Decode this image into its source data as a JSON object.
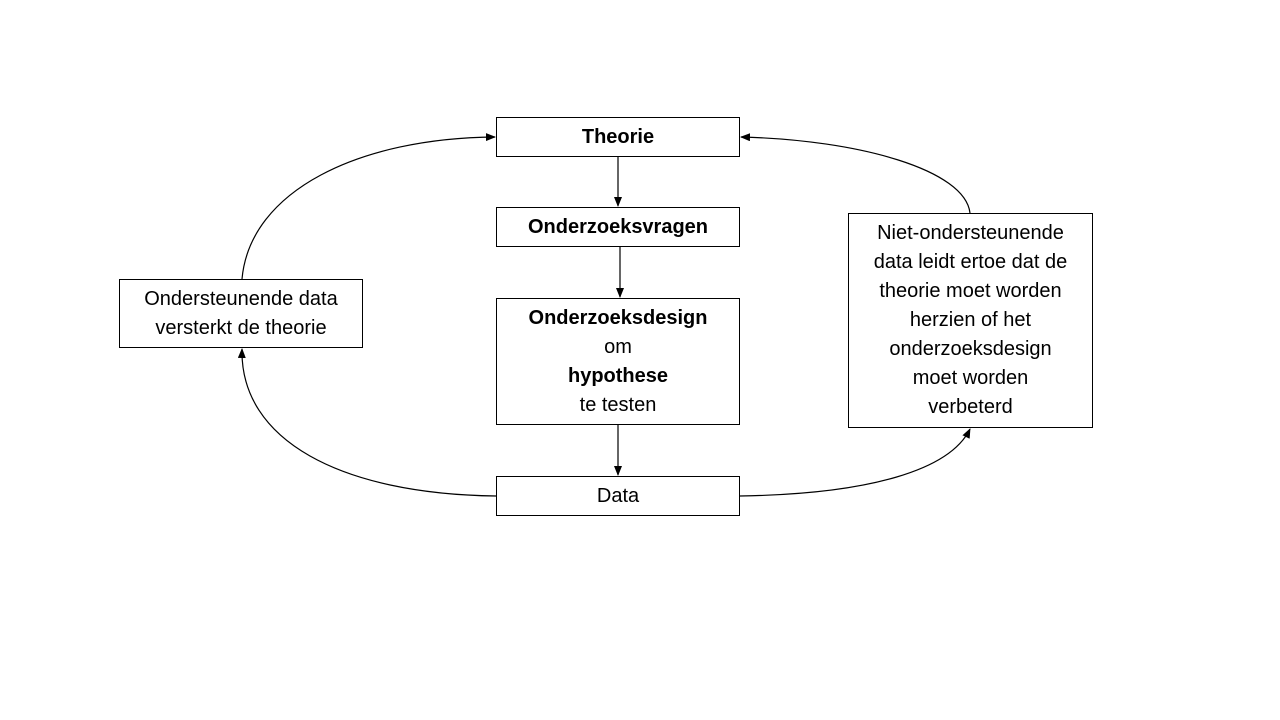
{
  "diagram": {
    "theorie": "Theorie",
    "onderzoeksvragen": "Onderzoeksvragen",
    "design": {
      "line1": "Onderzoeksdesign",
      "line2": "om",
      "line3": "hypothese",
      "line4": "te testen"
    },
    "data": "Data",
    "support": {
      "line1": "Ondersteunende data",
      "line2": "versterkt de theorie"
    },
    "nonsupport": {
      "line1": "Niet-ondersteunende",
      "line2": "data leidt ertoe dat de",
      "line3": "theorie moet worden",
      "line4": "herzien of het",
      "line5": "onderzoeksdesign",
      "line6": "moet worden",
      "line7": "verbeterd"
    }
  },
  "colors": {
    "stroke": "#000000",
    "background": "#ffffff"
  }
}
